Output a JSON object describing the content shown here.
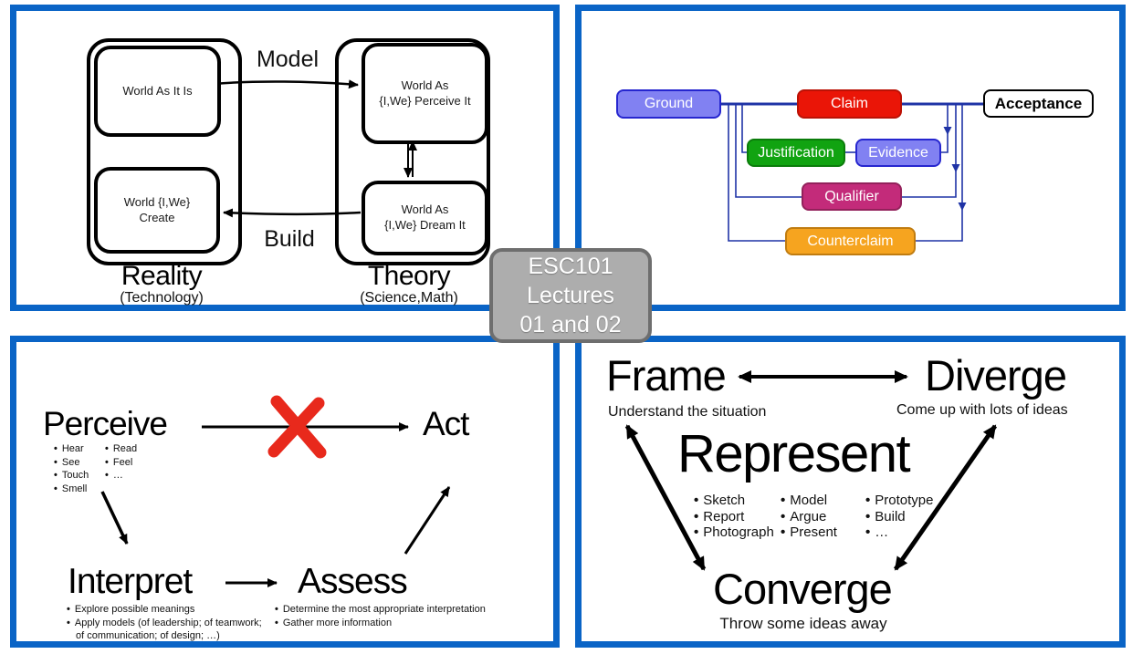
{
  "center_label": {
    "line1": "ESC101",
    "line2": "Lectures",
    "line3": "01 and 02"
  },
  "colors": {
    "panel_border": "#0a64c6",
    "connector_blue": "#1f33a6",
    "red_x": "#e8291c",
    "center_box_fill": "#adadad",
    "center_box_border": "#6e6e6e",
    "ground_fill": "#8181f2",
    "ground_border": "#2626cf",
    "claim_fill": "#ea1507",
    "claim_border": "#bb1206",
    "justification_fill": "#11a311",
    "justification_border": "#0b7c0b",
    "evidence_fill": "#8181f2",
    "evidence_border": "#2626cf",
    "qualifier_fill": "#c32b7a",
    "qualifier_border": "#93215b",
    "counterclaim_fill": "#f6a41f",
    "counterclaim_border": "#c07c10",
    "acceptance_fill": "#ffffff",
    "acceptance_border": "#000000"
  },
  "reality_theory": {
    "boxes": {
      "as_it_is": "World As It Is",
      "create": "World {I,We}\nCreate",
      "perceive": "World As\n{I,We} Perceive It",
      "dream": "World As\n{I,We} Dream It"
    },
    "arrows": {
      "model": "Model",
      "build": "Build"
    },
    "reality_title": "Reality",
    "reality_subtitle": "(Technology)",
    "theory_title": "Theory",
    "theory_subtitle": "(Science,Math)"
  },
  "argument": {
    "ground": "Ground",
    "claim": "Claim",
    "acceptance": "Acceptance",
    "justification": "Justification",
    "evidence": "Evidence",
    "qualifier": "Qualifier",
    "counterclaim": "Counterclaim"
  },
  "perceive_act": {
    "perceive": "Perceive",
    "act": "Act",
    "interpret": "Interpret",
    "assess": "Assess",
    "perceive_senses_col1": [
      "Hear",
      "See",
      "Touch",
      "Smell"
    ],
    "perceive_senses_col2": [
      "Read",
      "Feel",
      "…"
    ],
    "interpret_notes": [
      "Explore possible meanings",
      "Apply models (of leadership; of teamwork;",
      "of communication; of design; …)"
    ],
    "assess_notes": [
      "Determine the most appropriate interpretation",
      "Gather more information"
    ]
  },
  "design_cycle": {
    "frame": "Frame",
    "frame_subtitle": "Understand the situation",
    "diverge": "Diverge",
    "diverge_subtitle": "Come up with lots of ideas",
    "represent": "Represent",
    "represent_cols": [
      [
        "Sketch",
        "Report",
        "Photograph"
      ],
      [
        "Model",
        "Argue",
        "Present"
      ],
      [
        "Prototype",
        "Build",
        "…"
      ]
    ],
    "converge": "Converge",
    "converge_subtitle": "Throw some ideas away"
  }
}
